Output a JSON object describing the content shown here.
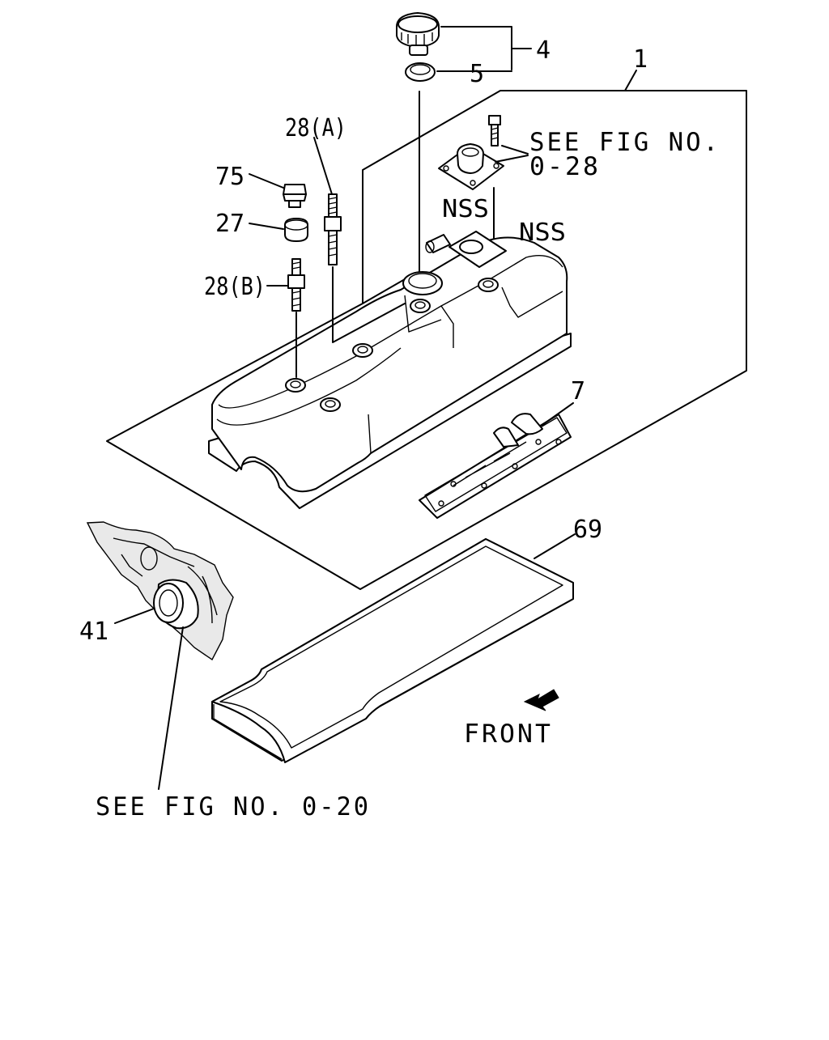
{
  "labels": {
    "p4": "4",
    "p5": "5",
    "p1": "1",
    "p28a": "28(A)",
    "p75": "75",
    "p27": "27",
    "p28b": "28(B)",
    "nss1": "NSS",
    "nss2": "NSS",
    "p7": "7",
    "p69": "69",
    "p41": "41",
    "front": "FRONT"
  },
  "references": {
    "fig028_line1": "SEE FIG NO.",
    "fig028_line2": "0-28",
    "fig020": "SEE FIG NO. 0-20"
  },
  "colors": {
    "line": "#000000",
    "background": "#ffffff",
    "shade": "#e9e9e9"
  },
  "icons": {
    "front_arrow": "arrow-down-left-icon"
  }
}
